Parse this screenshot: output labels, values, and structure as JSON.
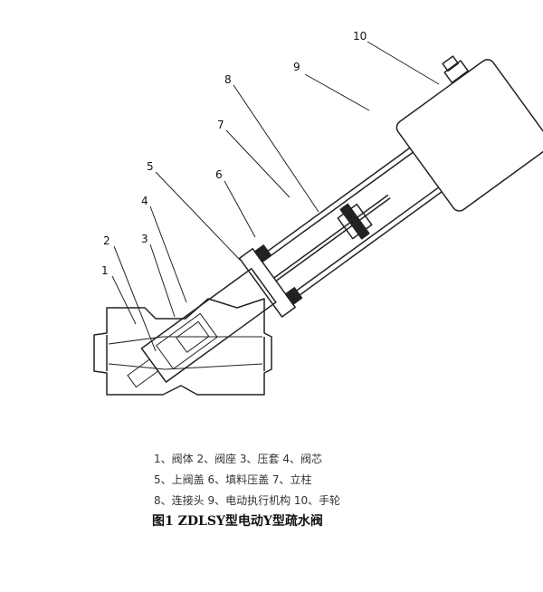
{
  "callouts": [
    {
      "num": "1"
    },
    {
      "num": "2"
    },
    {
      "num": "3"
    },
    {
      "num": "4"
    },
    {
      "num": "5"
    },
    {
      "num": "6"
    },
    {
      "num": "7"
    },
    {
      "num": "8"
    },
    {
      "num": "9"
    },
    {
      "num": "10"
    }
  ],
  "legend": {
    "line1": "1、阀体 2、阀座 3、压套 4、阀芯",
    "line2": "5、上阀盖 6、填料压盖 7、立柱",
    "line3": "8、连接头 9、电动执行机构 10、手轮"
  },
  "caption": "图1  ZDLSY型电动Y型疏水阀"
}
